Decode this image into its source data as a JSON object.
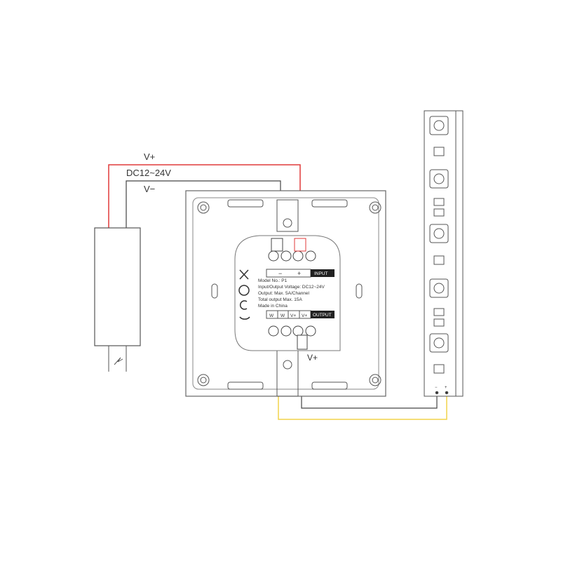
{
  "labels": {
    "v_plus": "V+",
    "dc": "DC12~24V",
    "v_minus": "V−",
    "v_plus_out": "V+"
  },
  "input_strip": {
    "minus": "−",
    "plus": "+",
    "title": "INPUT"
  },
  "output_strip": {
    "t1": "W",
    "t2": "W",
    "t3": "V+",
    "t4": "V+",
    "title": "OUTPUT"
  },
  "spec": {
    "model": "Model No.: P1",
    "voltage": "Input/Output Voltage: DC12~24V",
    "output": "Output: Max. 5A/Channel",
    "total": "Total output Max. 15A",
    "made": "Made in China"
  },
  "strip_labels": {
    "minus": "−",
    "plus": "+"
  },
  "colors": {
    "red": "#e03a3a",
    "yellow": "#f2d44a",
    "black": "#333333",
    "line": "#555555"
  }
}
